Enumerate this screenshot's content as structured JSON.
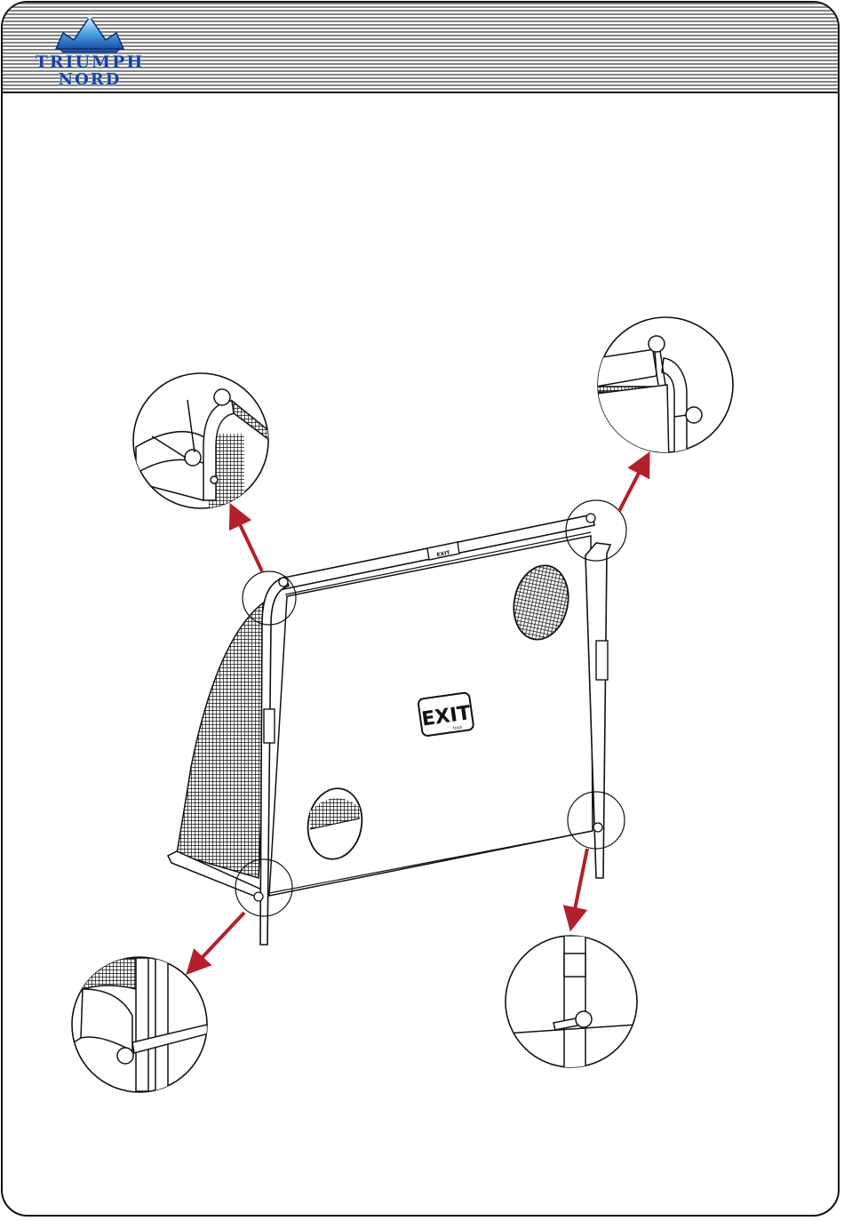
{
  "header": {
    "logo": {
      "line1": "TRIUMPH",
      "line2": "NORD",
      "icon": "crown-icon"
    }
  },
  "illustration": {
    "net_logo_text": "EXIT",
    "net_logo_subtext": "toys",
    "bar_label": "EXIT",
    "callout_icon": "zoom-detail-icon",
    "arrow_color": "#b3202a"
  }
}
